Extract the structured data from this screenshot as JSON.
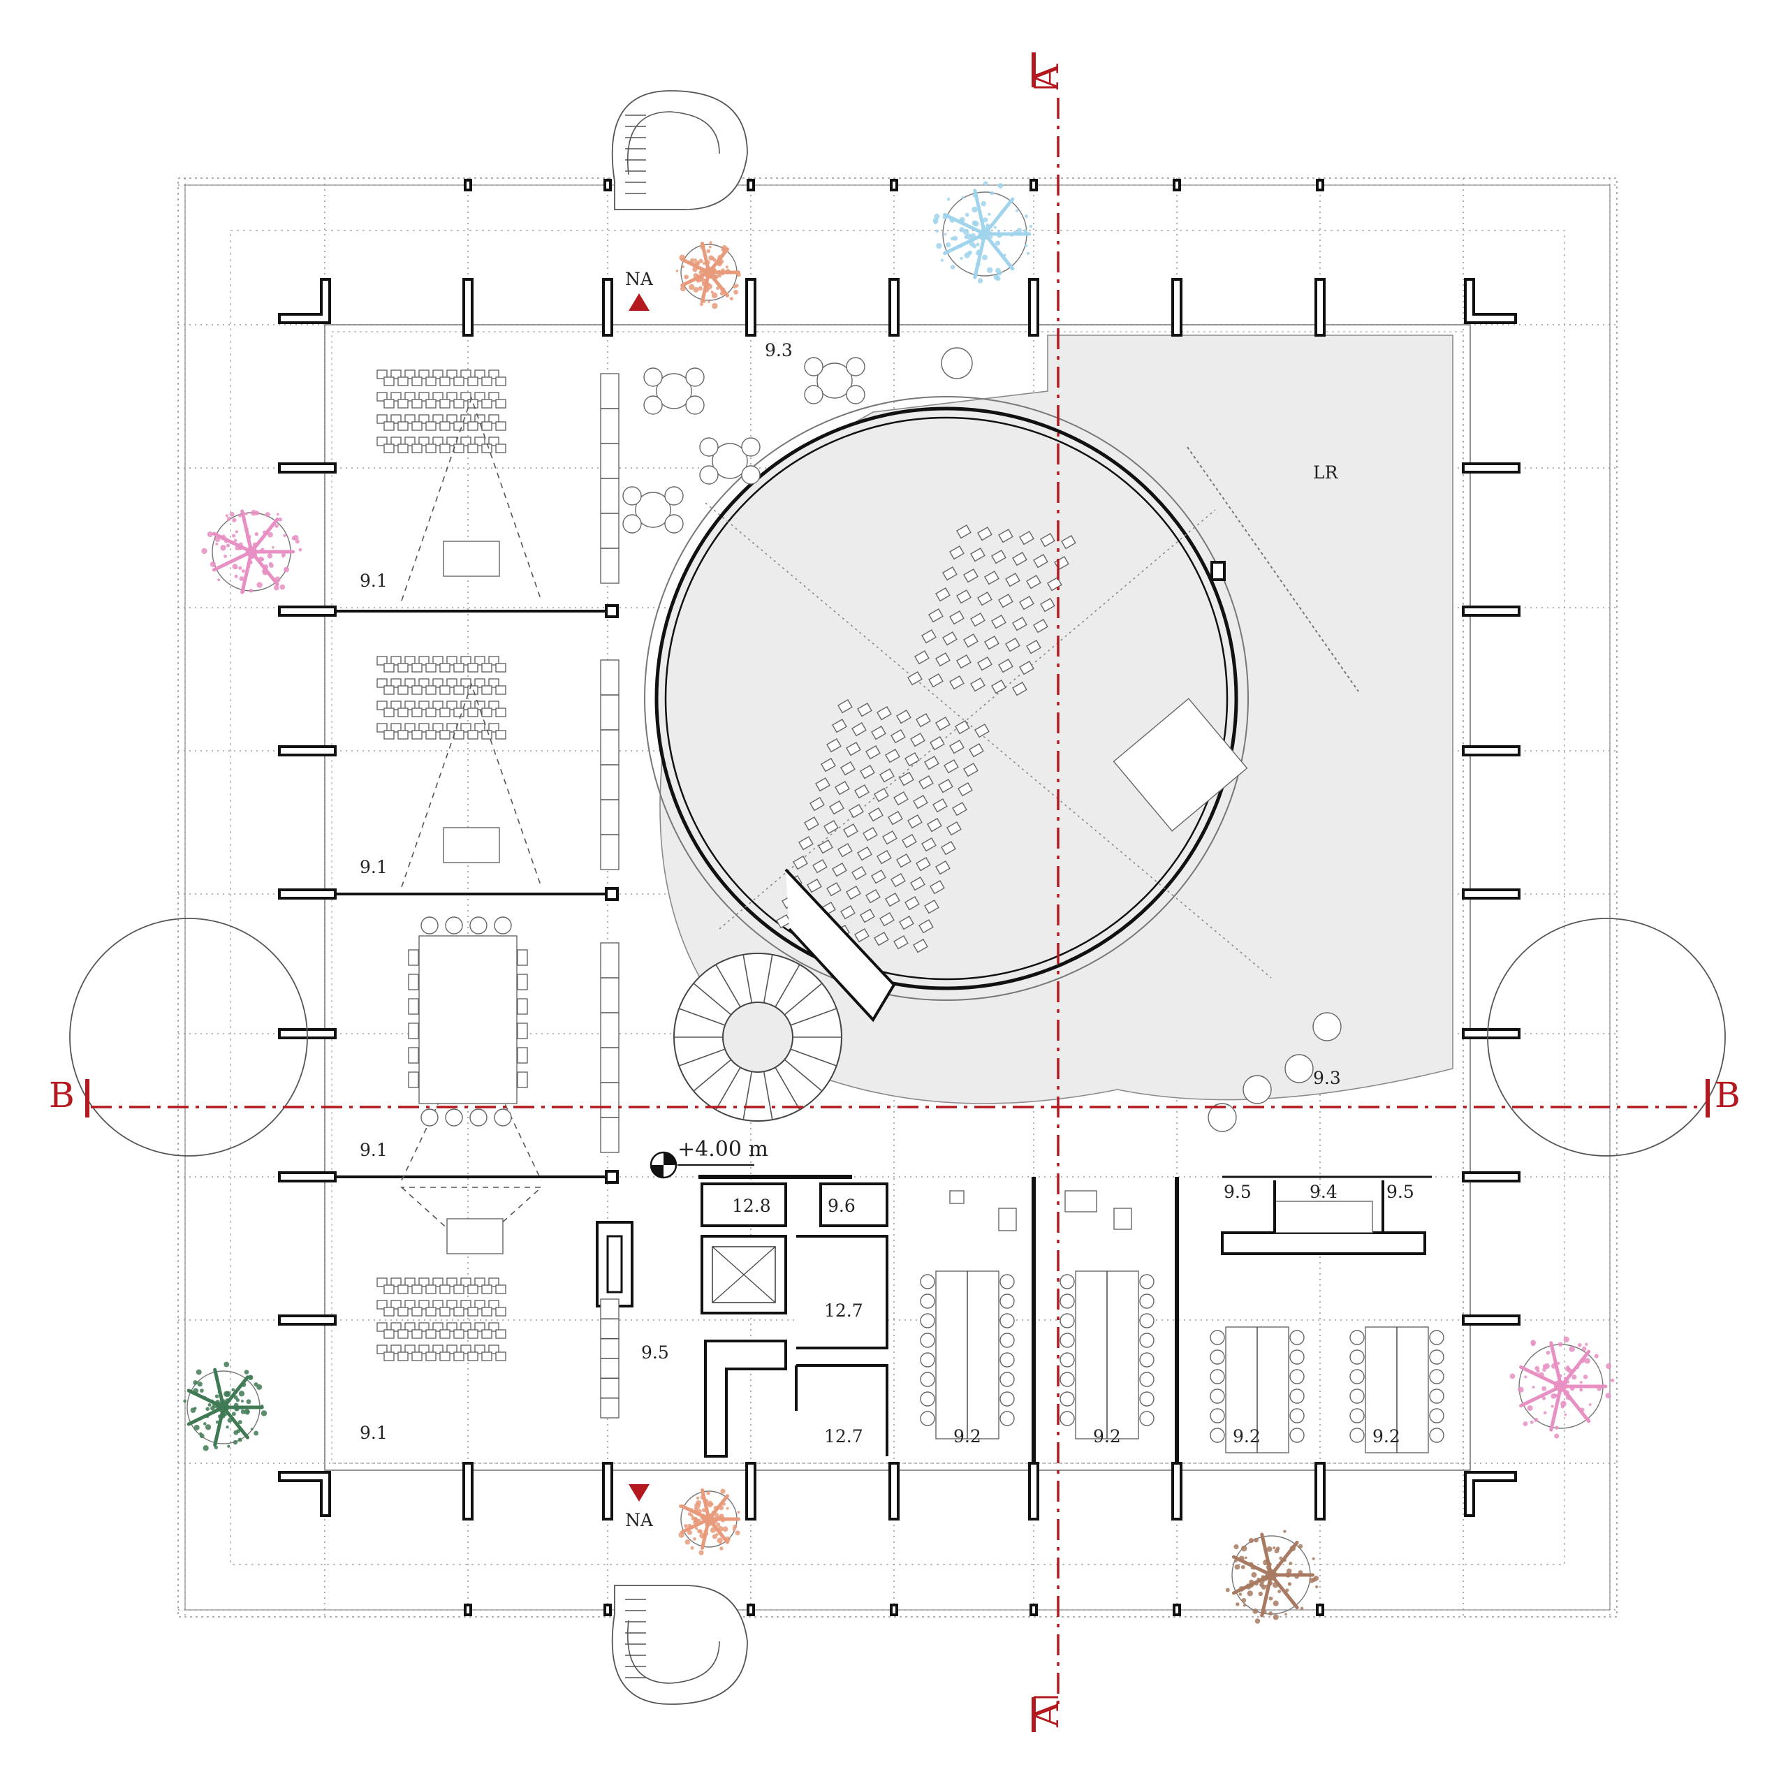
{
  "drawing": {
    "section_markers": {
      "a_top": "A",
      "a_bottom": "A",
      "b_left": "B",
      "b_right": "B"
    },
    "level_marker": "+4.00 m",
    "entrance_top": "NA",
    "entrance_bottom": "NA",
    "rooms": {
      "lr": "LR",
      "r91_a": "9.1",
      "r91_b": "9.1",
      "r91_c": "9.1",
      "r91_d": "9.1",
      "r93_top": "9.3",
      "r93_right": "9.3",
      "r128": "12.8",
      "r96": "9.6",
      "r127_a": "12.7",
      "r127_b": "12.7",
      "r95_left": "9.5",
      "r95_a": "9.5",
      "r94": "9.4",
      "r95_b": "9.5",
      "r92_a": "9.2",
      "r92_b": "9.2",
      "r92_c": "9.2",
      "r92_d": "9.2"
    },
    "colors": {
      "section_red": "#b3191e",
      "hall_fill": "#ececec",
      "tree_pink": "#e88fc3",
      "tree_blue": "#9fd4ec",
      "tree_green": "#3f7a55",
      "tree_brown": "#a87a62",
      "tree_orange": "#e89a7a"
    }
  }
}
